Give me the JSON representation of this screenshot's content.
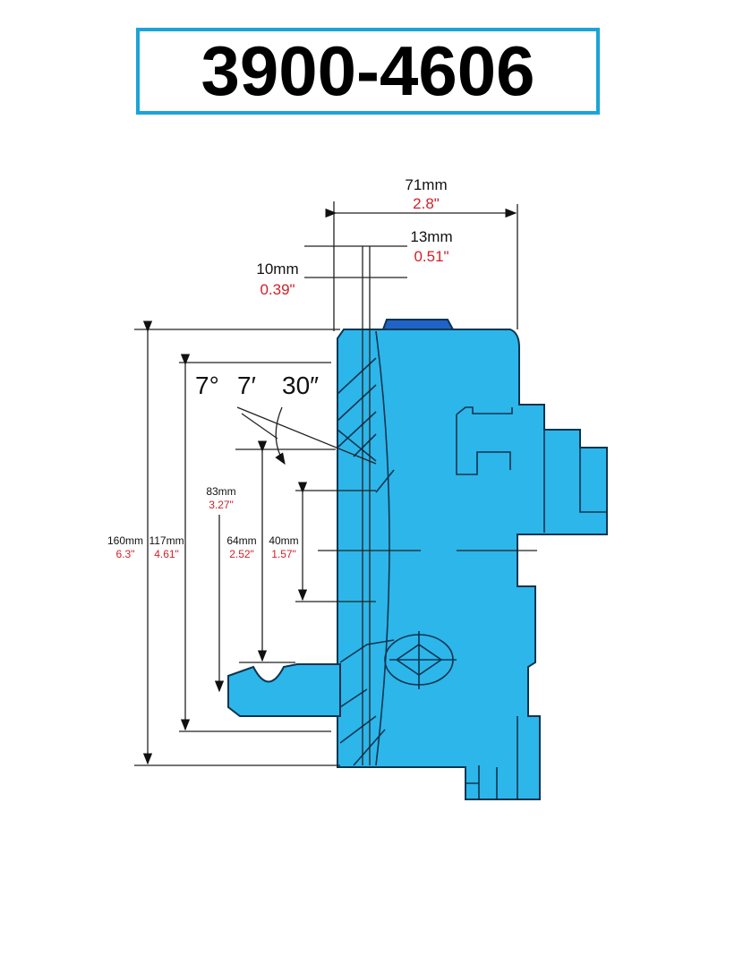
{
  "title": "3900-4606",
  "colors": {
    "body": "#2db6ea",
    "cap": "#1f63c8",
    "border": "#1ba4d8",
    "imperial": "#d0202a"
  },
  "dimensions": {
    "width_total": {
      "mm": "71mm",
      "in": "2.8\""
    },
    "d13": {
      "mm": "13mm",
      "in": "0.51\""
    },
    "d10": {
      "mm": "10mm",
      "in": "0.39\""
    },
    "angle": {
      "deg": "7°",
      "min": "7′",
      "sec": "30″"
    },
    "d160": {
      "mm": "160mm",
      "in": "6.3\""
    },
    "d117": {
      "mm": "117mm",
      "in": "4.61\""
    },
    "d83": {
      "mm": "83mm",
      "in": "3.27\""
    },
    "d64": {
      "mm": "64mm",
      "in": "2.52\""
    },
    "d40": {
      "mm": "40mm",
      "in": "1.57\""
    }
  }
}
